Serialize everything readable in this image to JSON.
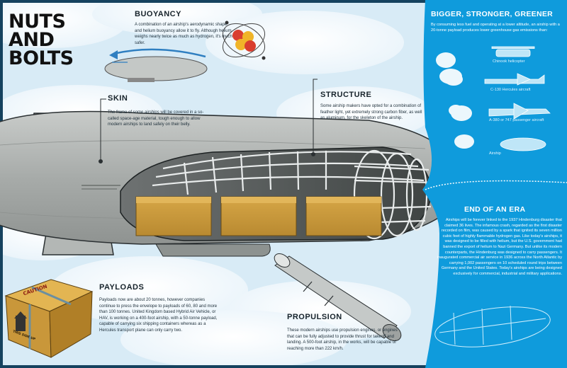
{
  "title": {
    "line1": "NUTS",
    "line2": "AND",
    "line3": "BOLTS"
  },
  "buoyancy": {
    "heading": "BUOYANCY",
    "body": "A combination of an airship's aerodynamic shape and helium buoyancy allow it to fly. Although helium weighs nearly twice as much as  hydrogen, it's much safer."
  },
  "skin": {
    "heading": "SKIN",
    "body": "The frame of some airships will be covered in a so-called space-age material, tough enough to allow modern airships to land safely on their belly."
  },
  "structure": {
    "heading": "STRUCTURE",
    "body": "Some airship makers have opted for a combination of feather light, yet extremely strong carbon fiber, as well as aluminum, for the skeleton of the airship."
  },
  "payloads": {
    "heading": "PAYLOADS",
    "body": "Payloads now are about 20 tonnes, however companies continue to press the envelope to payloads of 60, 80 and more than 100 tonnes. United Kingdom based Hybrid Air Vehicle, or HAV, is working on a 400-foot airship, with a 50-tonne payload, capable of carrying six shipping containers whereas as a Hercules transport plane can only carry two."
  },
  "propulsion": {
    "heading": "PROPULSION",
    "body": "These modern airships use propulsion engines, or engines that can be fully adjusted to provide thrust for takeoff and landing. A 500-foot airship, in the works, will be capable of reaching more than 222 km/h."
  },
  "crate": {
    "caution": "CAUTION",
    "this_side_up": "THIS SIDE UP"
  },
  "greener": {
    "heading": "BIGGER, STRONGER, GREENER",
    "body": "By consuming less fuel and operating at a lower altitude, an airship with a 20-tonne payload produces lower greenhouse gas emissions than:",
    "items": [
      "Chinook helicopter",
      "C-130 Hercules aircraft",
      "A-380 or 747 passenger aircraft",
      "Airship"
    ]
  },
  "era": {
    "heading": "END OF AN ERA",
    "body": "Airships will be forever linked to the 1937 Hindenburg disaster that claimed 36 lives. The infamous crash, regarded as the first disaster recorded on film, was caused by a spark that ignited its seven million cubic feet of highly flammable hydrogen gas.  Like today's airships, it was designed to be filled with helium, but the U.S. government had banned the export of helium to Nazi Germany. But unlike its modern counterparts, the Hindenburg was designed to carry passengers. It inaugurated commercial air service in 1936 across the North Atlantic by carrying 1,002 passengers on 10 scheduled round trips between Germany and the United States. Today's airships are being designed exclusively for commercial, industrial and military applications."
  },
  "colors": {
    "panel_blue": "#0f9bdc",
    "frame_navy": "#15425f",
    "sky": "#d9ecf7",
    "hull": "#a9adab",
    "cargo": "#c99a3e"
  }
}
